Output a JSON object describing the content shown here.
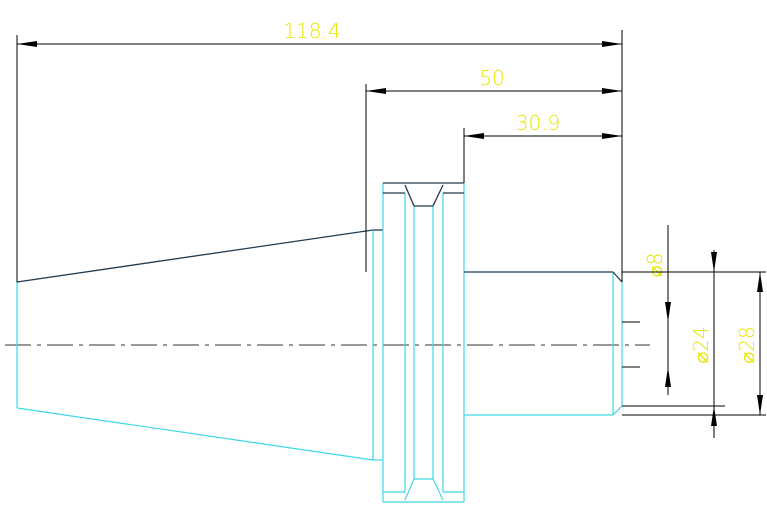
{
  "dimensions": {
    "overall_length": "118.4",
    "flange_to_end": "50",
    "shank_length": "30.9",
    "dia_bore": "⌀8",
    "dia_shank": "⌀24",
    "dia_outer": "⌀28"
  }
}
